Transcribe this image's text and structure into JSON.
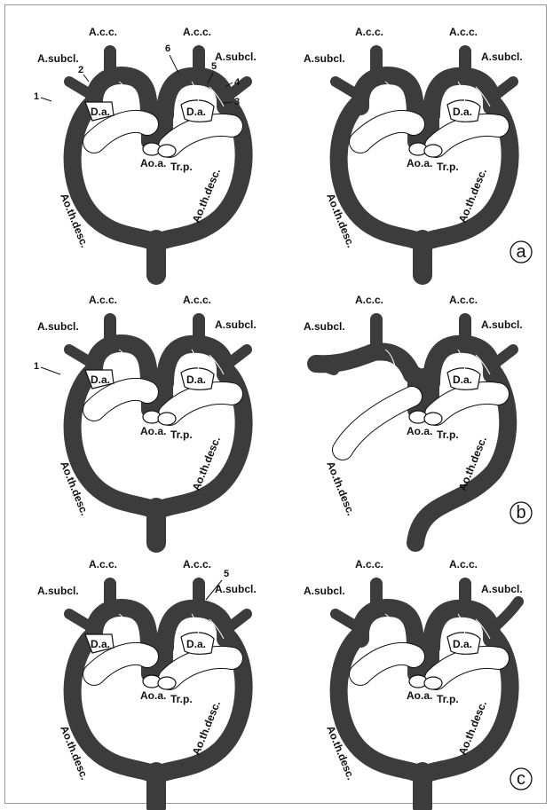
{
  "labels": {
    "acc": "A.c.c.",
    "asubcl": "A.subcl.",
    "da": "D.a.",
    "aoa": "Ao.a.",
    "trp": "Tr.p.",
    "aothdesc": "Ao.th.desc."
  },
  "numbers": {
    "n1": "1",
    "n2": "2",
    "n3": "3",
    "n4": "4",
    "n5": "5",
    "n6": "6"
  },
  "rows": [
    {
      "badge": "a"
    },
    {
      "badge": "b"
    },
    {
      "badge": "c"
    }
  ],
  "colors": {
    "vessel": "#3c3c3c",
    "background": "#ffffff",
    "outline": "#111111"
  }
}
